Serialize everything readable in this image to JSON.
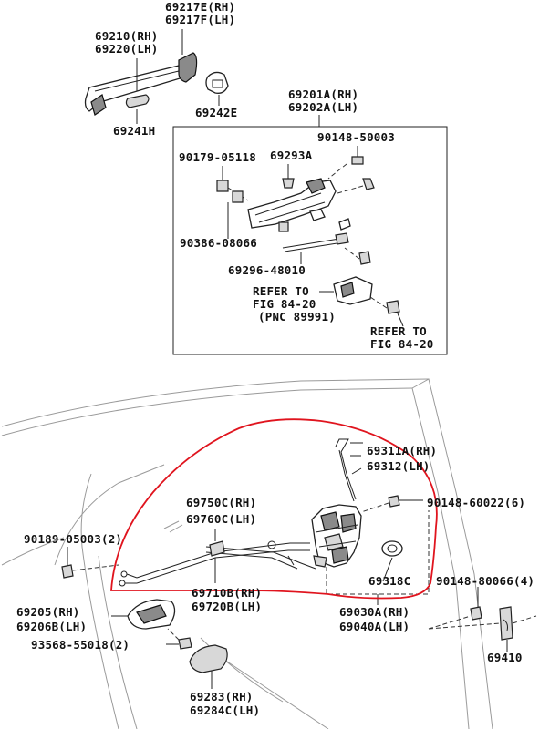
{
  "labels": {
    "l69217e": "69217E(RH)",
    "l69217f": "69217F(LH)",
    "l69210": "69210(RH)",
    "l69220": "69220(LH)",
    "l69242e": "69242E",
    "l69241h": "69241H",
    "l69201a": "69201A(RH)",
    "l69202a": "69202A(LH)",
    "l90148_50003": "90148-50003",
    "l90179": "90179-05118",
    "l69293a": "69293A",
    "l90386": "90386-08066",
    "l69296": "69296-48010",
    "refer1a": "REFER TO",
    "refer1b": "FIG 84-20",
    "refer1c": "(PNC 89991)",
    "refer2a": "REFER TO",
    "refer2b": "FIG 84-20",
    "l69311a": "69311A(RH)",
    "l69312": "69312(LH)",
    "l90148_60022": "90148-60022(6)",
    "l69750c": "69750C(RH)",
    "l69760c": "69760C(LH)",
    "l90189": "90189-05003(2)",
    "l69710b": "69710B(RH)",
    "l69720b": "69720B(LH)",
    "l69318c": "69318C",
    "l90148_80066": "90148-80066(4)",
    "l69205": "69205(RH)",
    "l69206b": "69206B(LH)",
    "l69030a": "69030A(RH)",
    "l69040a": "69040A(LH)",
    "l93568": "93568-55018(2)",
    "l69410": "69410",
    "l69283": "69283(RH)",
    "l69284c": "69284C(LH)"
  },
  "colors": {
    "ink": "#111111",
    "highlight": "#e0141e",
    "background": "#ffffff"
  }
}
